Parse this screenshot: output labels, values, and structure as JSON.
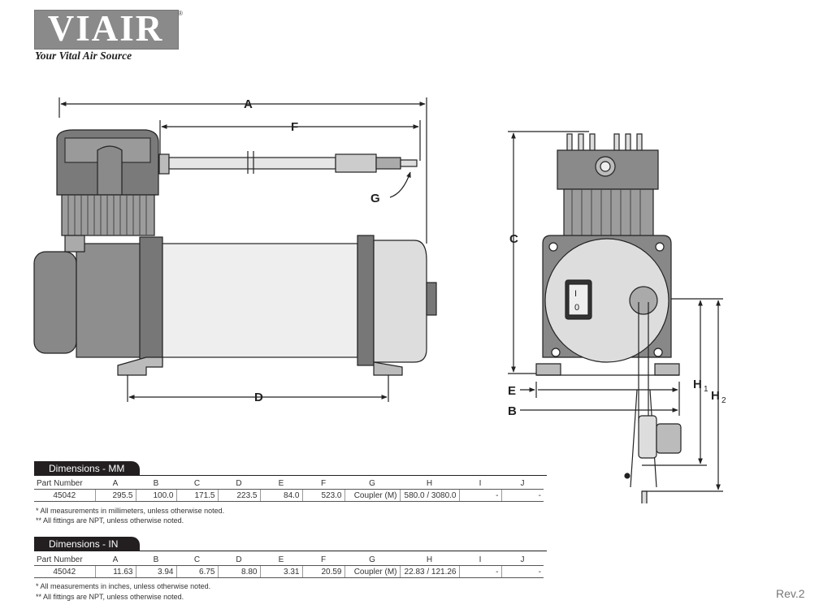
{
  "brand": {
    "name": "VIAIR",
    "registered": "®",
    "tagline": "Your Vital Air Source"
  },
  "diagram_labels": {
    "A": "A",
    "B": "B",
    "C": "C",
    "D": "D",
    "E": "E",
    "F": "F",
    "G": "G",
    "H1": "H",
    "H1_sub": "1",
    "H2": "H",
    "H2_sub": "2",
    "switch_on": "I",
    "switch_off": "0"
  },
  "tables": [
    {
      "title": "Dimensions - MM",
      "headers": [
        "Part Number",
        "A",
        "B",
        "C",
        "D",
        "E",
        "F",
        "G",
        "H",
        "I",
        "J"
      ],
      "values": [
        "45042",
        "295.5",
        "100.0",
        "171.5",
        "223.5",
        "84.0",
        "523.0",
        "Coupler (M)",
        "580.0 / 3080.0",
        "-",
        "-"
      ],
      "notes": [
        "* All measurements in millimeters, unless otherwise noted.",
        "** All fittings are NPT, unless otherwise noted."
      ]
    },
    {
      "title": "Dimensions - IN",
      "headers": [
        "Part Number",
        "A",
        "B",
        "C",
        "D",
        "E",
        "F",
        "G",
        "H",
        "I",
        "J"
      ],
      "values": [
        "45042",
        "11.63",
        "3.94",
        "6.75",
        "8.80",
        "3.31",
        "20.59",
        "Coupler (M)",
        "22.83 / 121.26",
        "-",
        "-"
      ],
      "notes": [
        "* All measurements in inches, unless otherwise noted.",
        "** All fittings are NPT, unless otherwise noted."
      ]
    }
  ],
  "revision": "Rev.2"
}
